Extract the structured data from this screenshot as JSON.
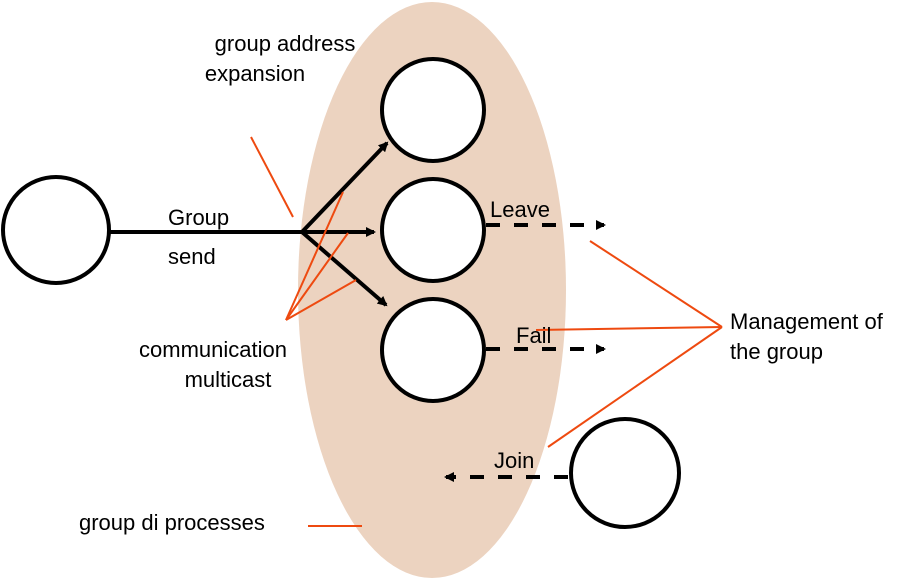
{
  "labels": {
    "group_address_expansion": [
      "group address",
      "expansion"
    ],
    "group_send": [
      "Group",
      "send"
    ],
    "communication_multicast": [
      "communication",
      "multicast"
    ],
    "leave": "Leave",
    "fail": "Fail",
    "join": "Join",
    "management_of_the_group": [
      "Management of",
      "the group"
    ],
    "group_di_processes": "group di processes"
  },
  "colors": {
    "group_region": "#ecd3c0",
    "annotation_line": "#ee4a10",
    "stroke": "#000000"
  }
}
